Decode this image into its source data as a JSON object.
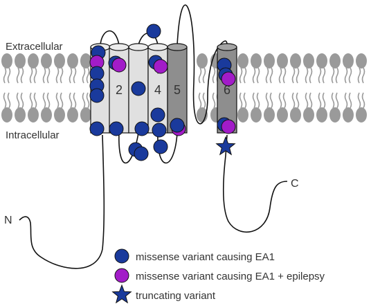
{
  "labels": {
    "extracellular": "Extracellular",
    "intracellular": "Intracellular",
    "n_terminus": "N",
    "c_terminus": "C",
    "helix_2": "2",
    "helix_4": "4",
    "helix_4_charge": "+",
    "helix_5": "5",
    "helix_6": "6"
  },
  "legend": {
    "missense_ea1": "missense variant causing EA1",
    "missense_ea1_epilepsy": "missense variant causing EA1 + epilepsy",
    "truncating": "truncating variant"
  },
  "colors": {
    "missense_ea1": "#1a3a9c",
    "missense_ea1_epilepsy": "#a21cc8",
    "truncating": "#1a3a9c",
    "helix_light": "#e0e0e0",
    "helix_dark": "#8e8e8e",
    "lipid": "#9a9a9a"
  }
}
